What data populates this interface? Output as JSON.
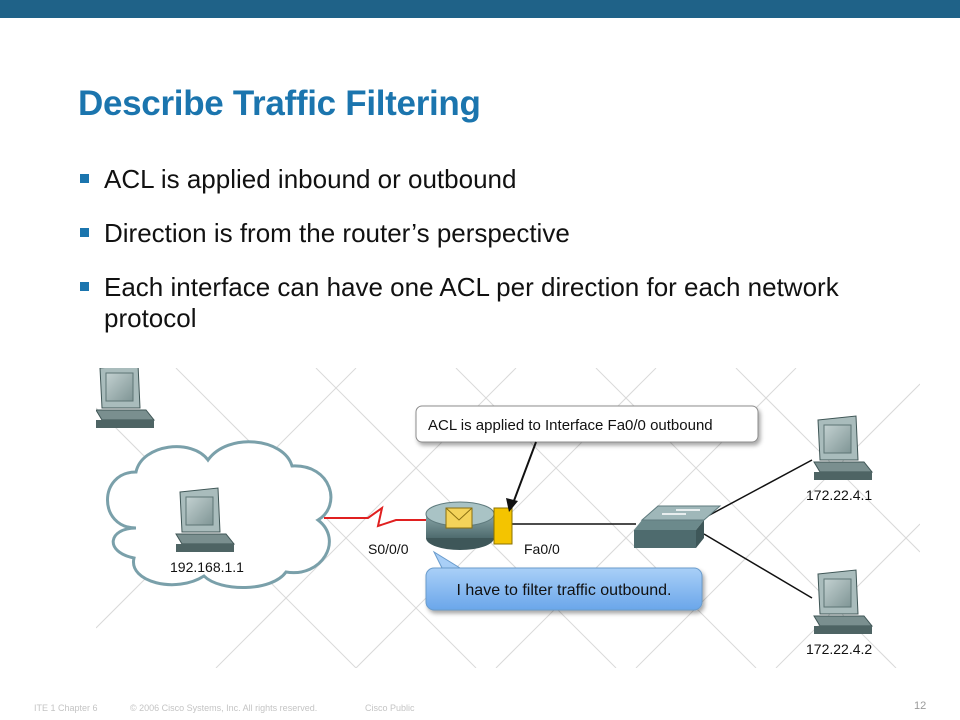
{
  "slide": {
    "title": "Describe Traffic Filtering",
    "bullets": [
      "ACL is applied inbound or outbound",
      "Direction is from the router’s perspective",
      "Each interface can have one ACL per direction for each network protocol"
    ]
  },
  "diagram": {
    "callout_top": "ACL is applied to Interface Fa0/0 outbound",
    "callout_bottom": "I have to filter traffic outbound.",
    "host_left_ip": "192.168.1.1",
    "host_top_right_ip": "172.22.4.1",
    "host_bottom_right_ip": "172.22.4.2",
    "serial_interface": "S0/0/0",
    "fast_ethernet_interface": "Fa0/0",
    "icons": [
      "cloud-icon",
      "pc-icon",
      "router-icon",
      "switch-icon",
      "acl-filter-icon"
    ]
  },
  "footer": {
    "course": "ITE 1 Chapter 6",
    "copyright": "© 2006 Cisco Systems, Inc. All rights reserved.",
    "classification": "Cisco Public",
    "page_number": "12"
  },
  "colors": {
    "top_bar": "#1f6288",
    "title": "#1b75ae",
    "bullet_marker": "#1b75ae",
    "serial_link": "#e02020",
    "acl_filter": "#f4c400",
    "callout_bottom": "#7fb6f0"
  }
}
